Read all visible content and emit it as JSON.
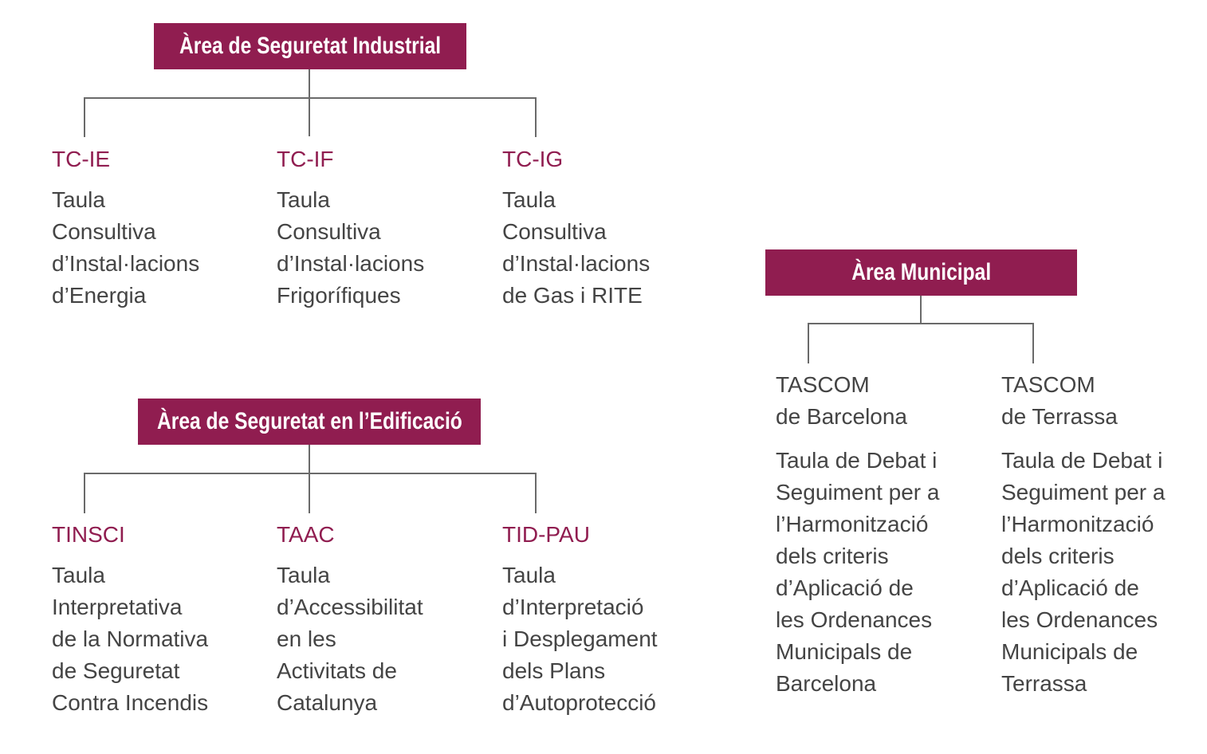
{
  "industrial": {
    "title": "Àrea de Seguretat Industrial",
    "items": [
      {
        "code": "TC-IE",
        "desc": "Taula\nConsultiva\nd’Instal·lacions\nd’Energia"
      },
      {
        "code": "TC-IF",
        "desc": "Taula\nConsultiva\nd’Instal·lacions\nFrigorífiques"
      },
      {
        "code": "TC-IG",
        "desc": "Taula\nConsultiva\nd’Instal·lacions\nde Gas i RITE"
      }
    ]
  },
  "edificacio": {
    "title": "Àrea de Seguretat en l’Edificació",
    "items": [
      {
        "code": "TINSCI",
        "desc": "Taula\nInterpretativa\nde la Normativa\nde Seguretat\nContra Incendis"
      },
      {
        "code": "TAAC",
        "desc": "Taula\nd’Accessibilitat\nen les\nActivitats de\nCatalunya"
      },
      {
        "code": "TID-PAU",
        "desc": "Taula\nd’Interpretació\ni Desplegament\ndels Plans\nd’Autoprotecció"
      }
    ]
  },
  "municipal": {
    "title": "Àrea Municipal",
    "items": [
      {
        "name": "TASCOM\nde Barcelona",
        "desc": "Taula de Debat i\nSeguiment per a\nl’Harmonització\ndels criteris\nd’Aplicació de\nles Ordenances\nMunicipals de\nBarcelona"
      },
      {
        "name": "TASCOM\nde Terrassa",
        "desc": "Taula de Debat i\nSeguiment per a\nl’Harmonització\ndels criteris\nd’Aplicació de\nles Ordenances\nMunicipals de\nTerrassa"
      }
    ]
  }
}
